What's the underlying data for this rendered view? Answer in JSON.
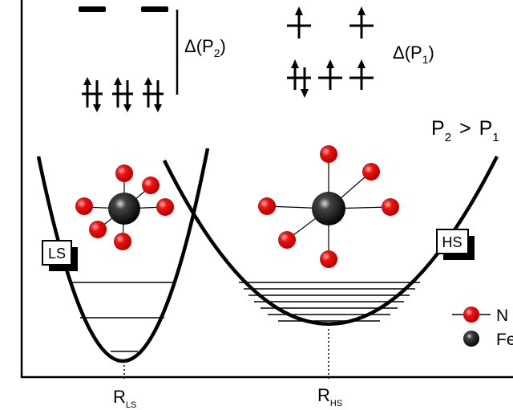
{
  "labels": {
    "delta_p2": "Δ(P",
    "delta_p2_sub": "2",
    "delta_p1": "Δ(P",
    "delta_p1_sub": "1",
    "close_paren": ")",
    "p_left": "P",
    "p_left_sub": "2",
    "gt": ">",
    "p_right": "P",
    "p_right_sub": "1",
    "ls_box": "LS",
    "hs_box": "HS",
    "r_ls": "R",
    "r_ls_sub": "LS",
    "r_hs": "R",
    "r_hs_sub": "HS"
  },
  "legend": {
    "n_label": "N",
    "fe_label": "Fe"
  },
  "colors": {
    "nitrogen": "#ee1111",
    "iron": "#111111",
    "line": "#000000"
  }
}
